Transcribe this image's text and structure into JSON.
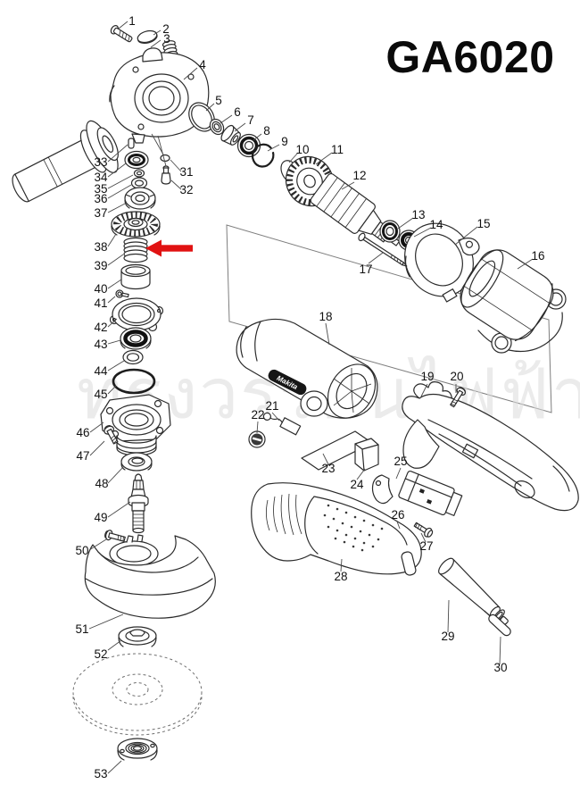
{
  "title": "GA6020",
  "watermark": {
    "text": "ทรงวรรธนไฟฟ้า",
    "color": "#dcdcdc"
  },
  "housing_logo": "Makita",
  "arrow": {
    "color": "#e11212",
    "points_at_part": "39"
  },
  "diagram": {
    "line_color": "#2b2b2b",
    "background": "#ffffff"
  },
  "callouts": [
    "1",
    "2",
    "3",
    "4",
    "5",
    "6",
    "7",
    "8",
    "9",
    "10",
    "11",
    "12",
    "13",
    "14",
    "15",
    "16",
    "17",
    "18",
    "19",
    "20",
    "21",
    "22",
    "23",
    "24",
    "25",
    "26",
    "27",
    "28",
    "29",
    "30",
    "31",
    "32",
    "33",
    "34",
    "35",
    "36",
    "37",
    "38",
    "39",
    "40",
    "41",
    "42",
    "43",
    "44",
    "45",
    "46",
    "47",
    "48",
    "49",
    "50",
    "51",
    "52",
    "53"
  ]
}
